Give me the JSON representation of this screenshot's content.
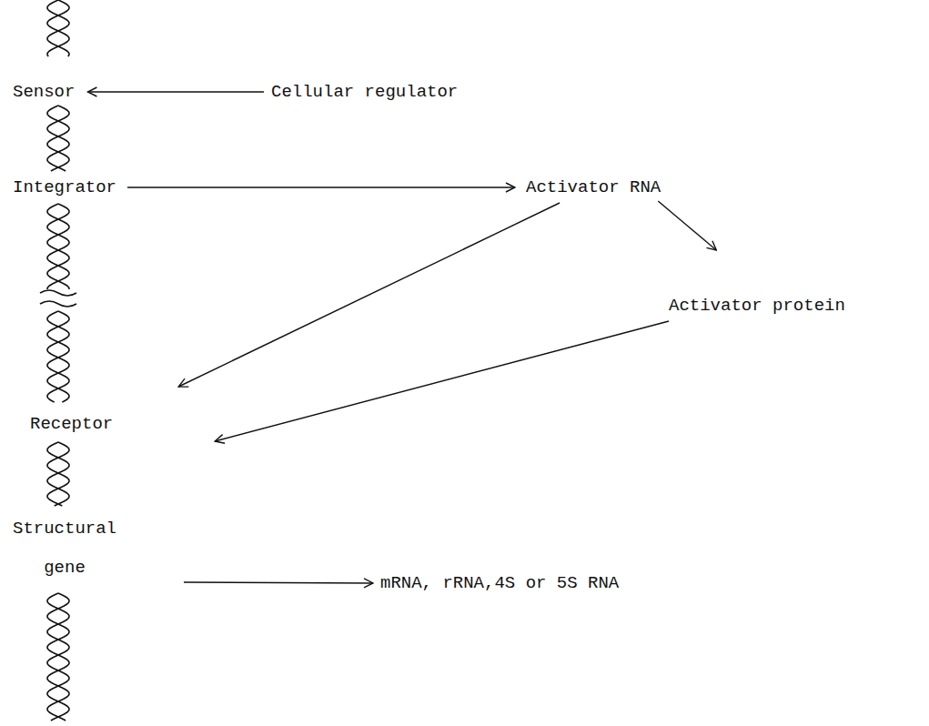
{
  "diagram": {
    "nodes": [
      {
        "text": [
          "Sensor"
        ]
      },
      {
        "text": [
          "Cellular regulator"
        ]
      },
      {
        "text": [
          "Integrator"
        ]
      },
      {
        "text": [
          "Activator RNA"
        ]
      },
      {
        "text": [
          "Activator protein"
        ]
      },
      {
        "text": [
          "Receptor"
        ]
      },
      {
        "text": [
          "Structural gene"
        ]
      },
      {
        "text": [
          "mRNA, rRNA,4S or 5S RNA"
        ]
      }
    ],
    "edges": [
      {
        "from": 1,
        "to": 0,
        "arrow": "to"
      },
      {
        "from": 2,
        "to": 3,
        "arrow": "to"
      },
      {
        "from": 3,
        "to": 5,
        "arrow": "to"
      },
      {
        "from": 3,
        "to": 4,
        "arrow": "to"
      },
      {
        "from": 4,
        "to": 5,
        "arrow": "to"
      },
      {
        "from": 6,
        "to": 7,
        "arrow": "to"
      }
    ]
  }
}
